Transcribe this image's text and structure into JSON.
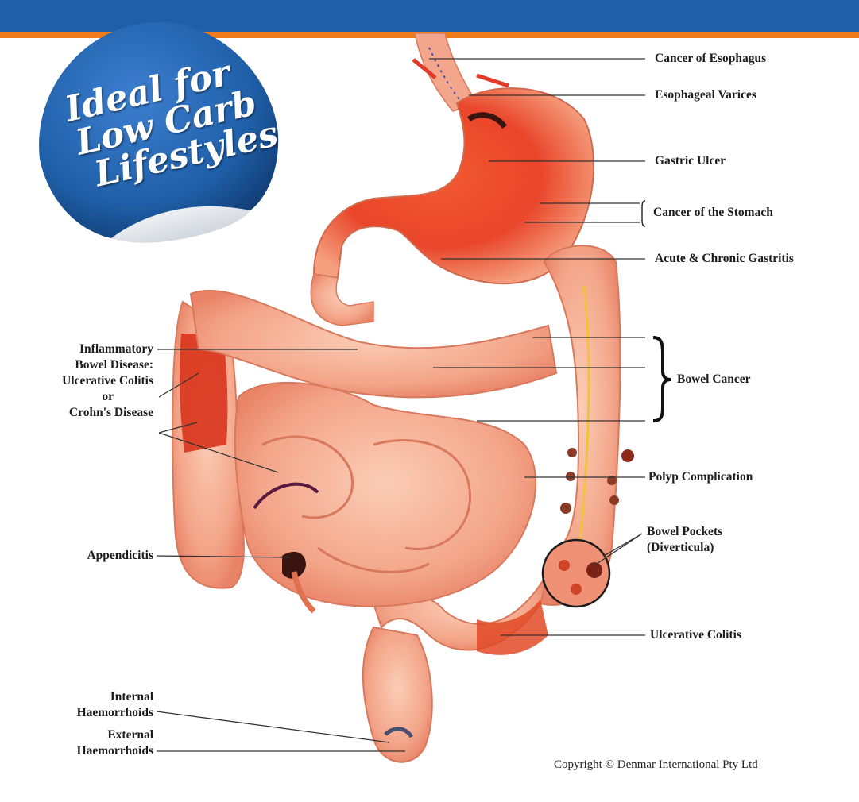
{
  "sticker": {
    "lines": [
      "Ideal for",
      "Low Carb",
      "Lifestyles"
    ]
  },
  "labels": {
    "cancer_of_esophagus": "Cancer of Esophagus",
    "esophageal_varices": "Esophageal Varices",
    "gastric_ulcer": "Gastric Ulcer",
    "cancer_of_the_stomach": "Cancer of the Stomach",
    "acute_chronic_gastritis": "Acute & Chronic Gastritis",
    "bowel_cancer": "Bowel Cancer",
    "polyp_complication": "Polyp Complication",
    "bowel_pockets_1": "Bowel Pockets",
    "bowel_pockets_2": "(Diverticula)",
    "ulcerative_colitis": "Ulcerative Colitis",
    "ibd_1": "Inflammatory",
    "ibd_2": "Bowel Disease:",
    "ibd_3": "Ulcerative Colitis",
    "ibd_4": "or",
    "ibd_5": "Crohn's Disease",
    "appendicitis": "Appendicitis",
    "internal_haem_1": "Internal",
    "internal_haem_2": "Haemorrhoids",
    "external_haem_1": "External",
    "external_haem_2": "Haemorrhoids"
  },
  "copyright": "Copyright © Denmar International Pty Ltd",
  "colors": {
    "top_bar": "#1f5fa8",
    "accent_orange": "#f07b1a",
    "sticker_blue": "#1f5fa8",
    "organ_flesh": "#f0a58a",
    "organ_red": "#e0462a"
  }
}
